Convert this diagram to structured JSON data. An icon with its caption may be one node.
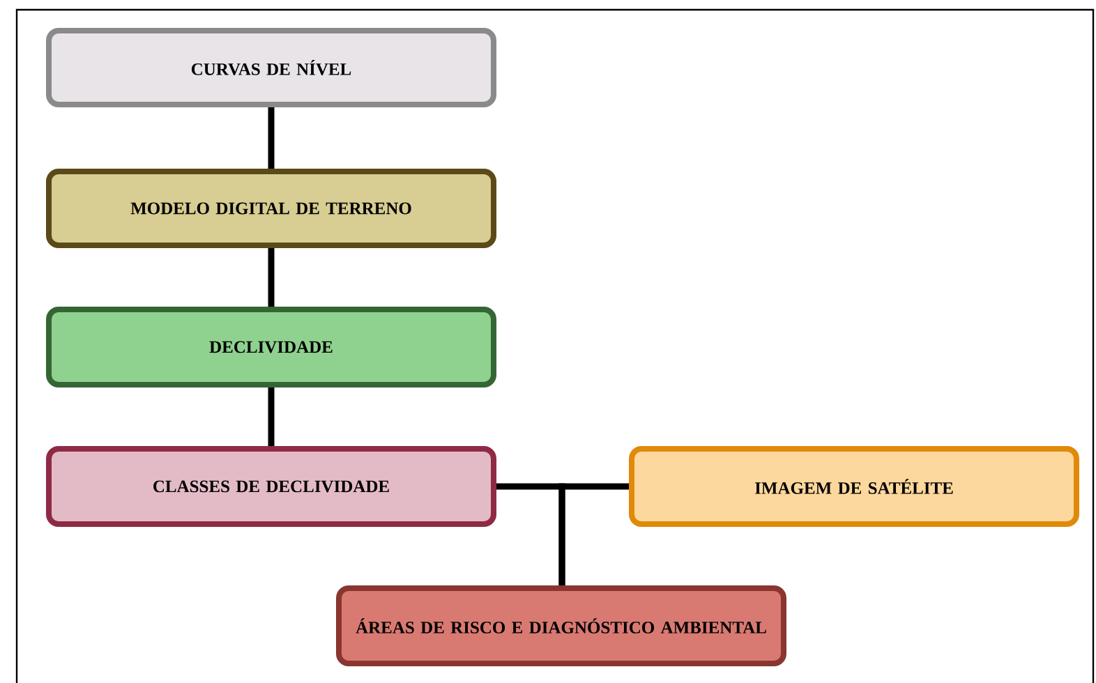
{
  "diagram": {
    "nodes": [
      {
        "text": [
          "CURVAS DE NÍVEL"
        ]
      },
      {
        "text": [
          "MODELO DIGITAL DE TERRENO"
        ]
      },
      {
        "text": [
          "DECLIVIDADE"
        ]
      },
      {
        "text": [
          "CLASSES DE DECLIVIDADE"
        ]
      },
      {
        "text": [
          "IMAGEM DE SATÉLITE"
        ]
      },
      {
        "text": [
          "ÁREAS DE RISCO E DIAGNÓSTICO AMBIENTAL"
        ]
      }
    ],
    "edges": [
      {
        "from": 0,
        "to": 1,
        "arrow": "none"
      },
      {
        "from": 1,
        "to": 2,
        "arrow": "none"
      },
      {
        "from": 2,
        "to": 3,
        "arrow": "none"
      },
      {
        "from": 3,
        "to": 5,
        "arrow": "none"
      },
      {
        "from": 4,
        "to": 5,
        "arrow": "none"
      }
    ]
  }
}
